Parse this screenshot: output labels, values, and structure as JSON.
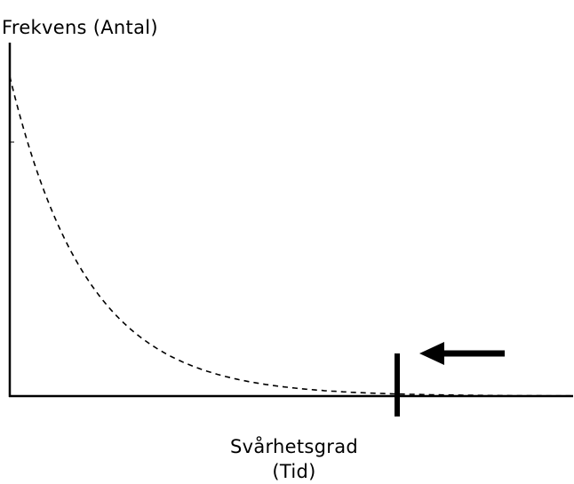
{
  "y_axis_label": "Frekvens (Antal)",
  "x_axis_label_line1": "Svårhetsgrad",
  "x_axis_label_line2": "(Tid)",
  "colors": {
    "ink": "#000000",
    "background": "#ffffff"
  },
  "curve": {
    "style": "dashed",
    "shape": "exponential-decay"
  },
  "marker": {
    "type": "vertical-threshold-bar",
    "arrow_direction": "left"
  }
}
